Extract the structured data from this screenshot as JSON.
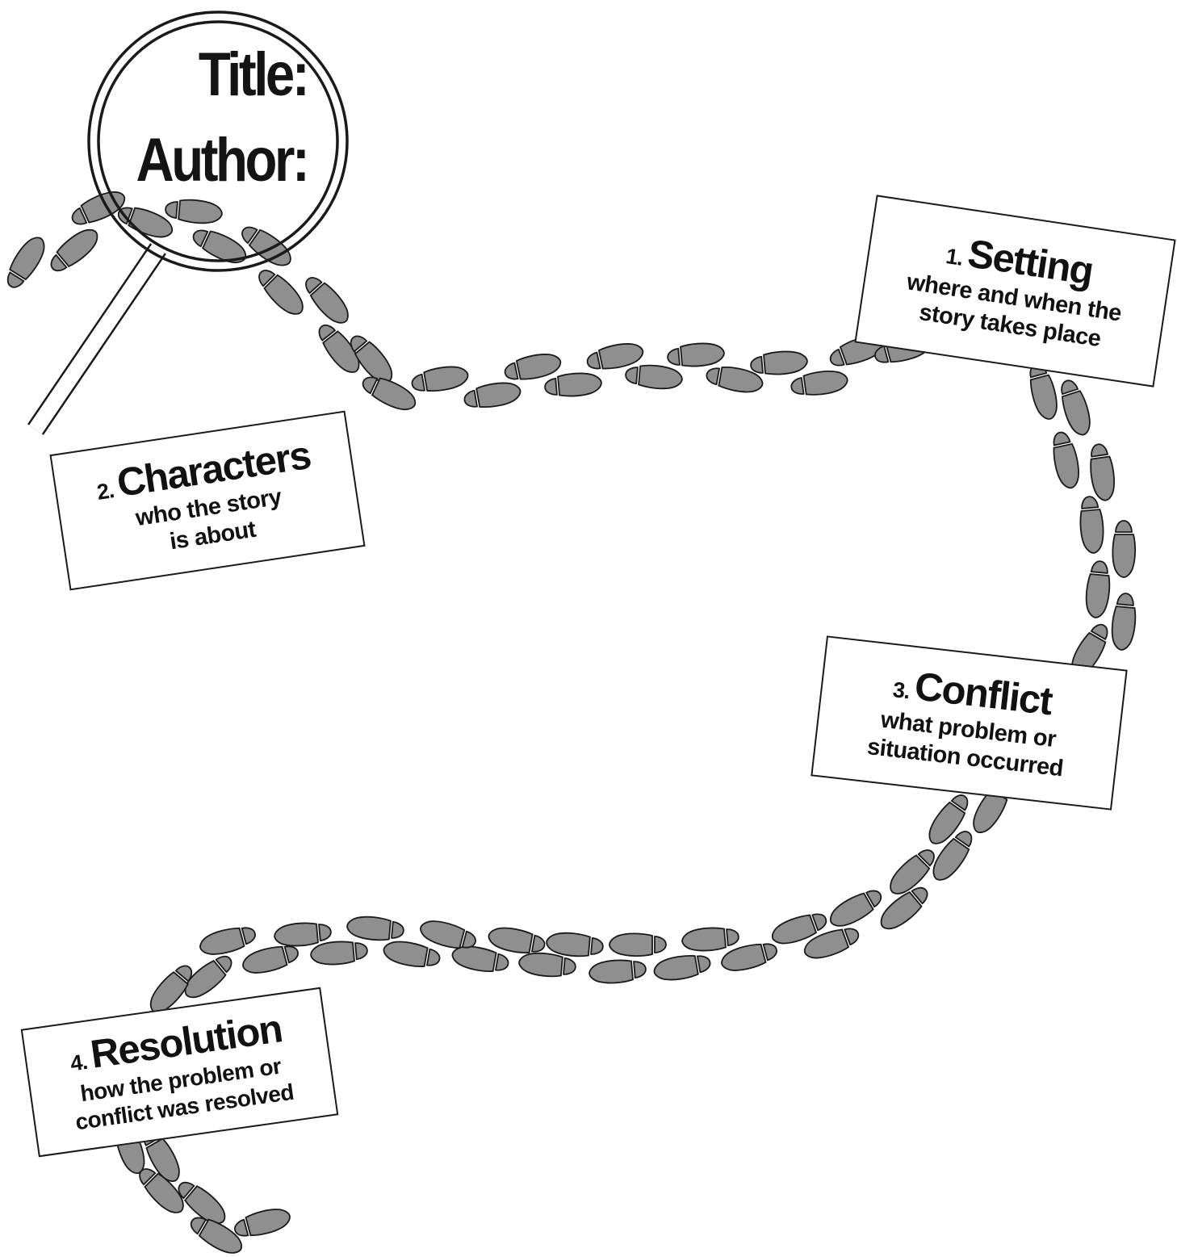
{
  "header": {
    "title_label": "Title:",
    "author_label": "Author:"
  },
  "cards": {
    "setting": {
      "number": "1.",
      "heading": "Setting",
      "lines": [
        "where and when the",
        "story takes place"
      ]
    },
    "characters": {
      "number": "2.",
      "heading": "Characters",
      "lines": [
        "who the story",
        "is about"
      ]
    },
    "conflict": {
      "number": "3.",
      "heading": "Conflict",
      "lines": [
        "what problem or",
        "situation occurred"
      ]
    },
    "resolution": {
      "number": "4.",
      "heading": "Resolution",
      "lines": [
        "how the problem or",
        "conflict was resolved"
      ]
    }
  },
  "colors": {
    "footprint_fill": "#8f8f8f",
    "footprint_stroke": "#1a1a1a",
    "outline": "#1a1a1a",
    "text": "#111111",
    "background": "#ffffff"
  },
  "icons": {
    "magnifier": "magnifying-glass-icon",
    "footprint": "footprint-icon"
  }
}
